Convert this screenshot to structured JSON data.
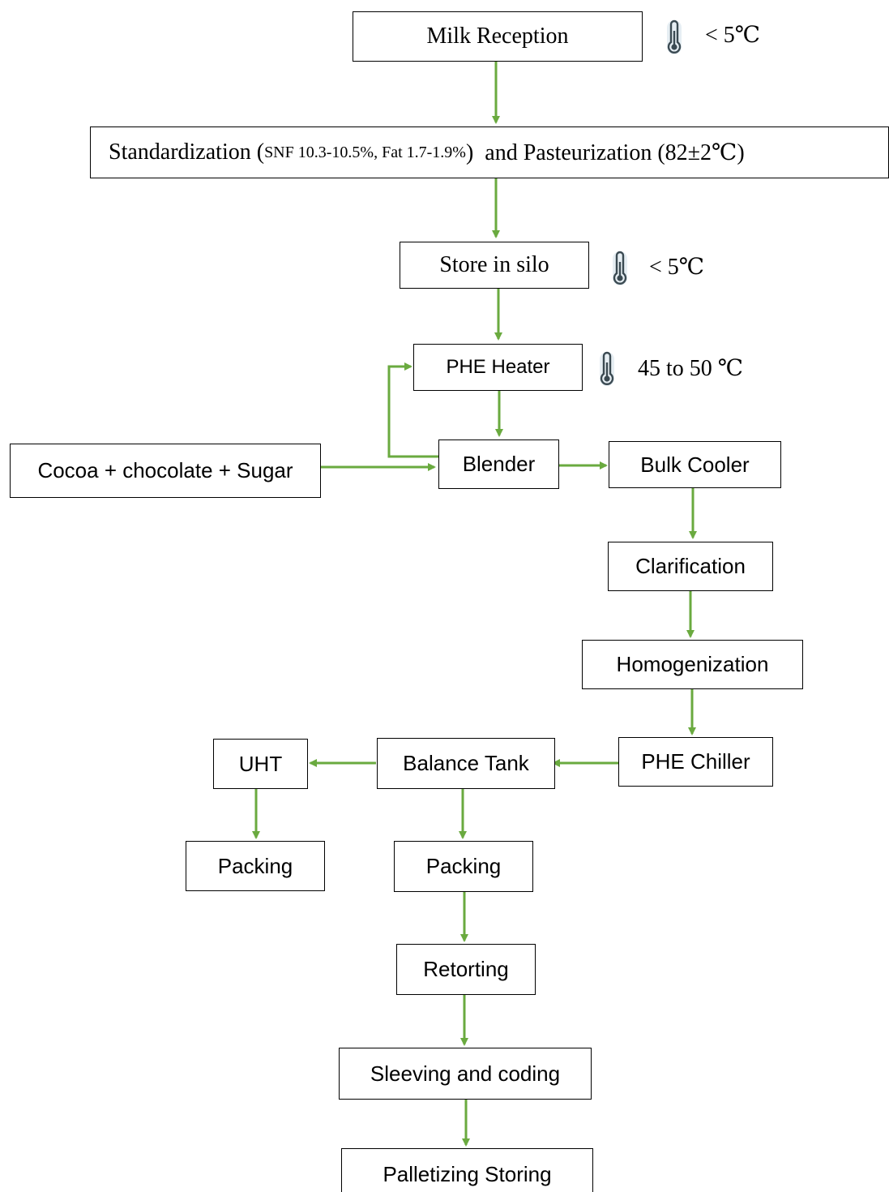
{
  "steps": {
    "milk_reception": "Milk Reception",
    "std_prefix": "Standardization (",
    "std_detail": "SNF 10.3-10.5%, Fat 1.7-1.9%",
    "std_suffix": ")  and Pasteurization (82±2℃)",
    "store_in_silo": "Store in silo",
    "phe_heater": "PHE Heater",
    "cocoa_input": "Cocoa + chocolate + Sugar",
    "blender": "Blender",
    "bulk_cooler": "Bulk Cooler",
    "clarification": "Clarification",
    "homogenization": "Homogenization",
    "phe_chiller": "PHE Chiller",
    "balance_tank": "Balance Tank",
    "uht": "UHT",
    "packing_left": "Packing",
    "packing_right": "Packing",
    "retorting": "Retorting",
    "sleeving": "Sleeving and coding",
    "palletizing": "Palletizing Storing"
  },
  "temperatures": {
    "reception": "< 5℃",
    "silo": "< 5℃",
    "heater": "45 to 50 ℃"
  },
  "colors": {
    "arrow": "#6aaa3f",
    "thermometer": "#3b4a52",
    "thermometer_bg": "#e6eef3"
  }
}
